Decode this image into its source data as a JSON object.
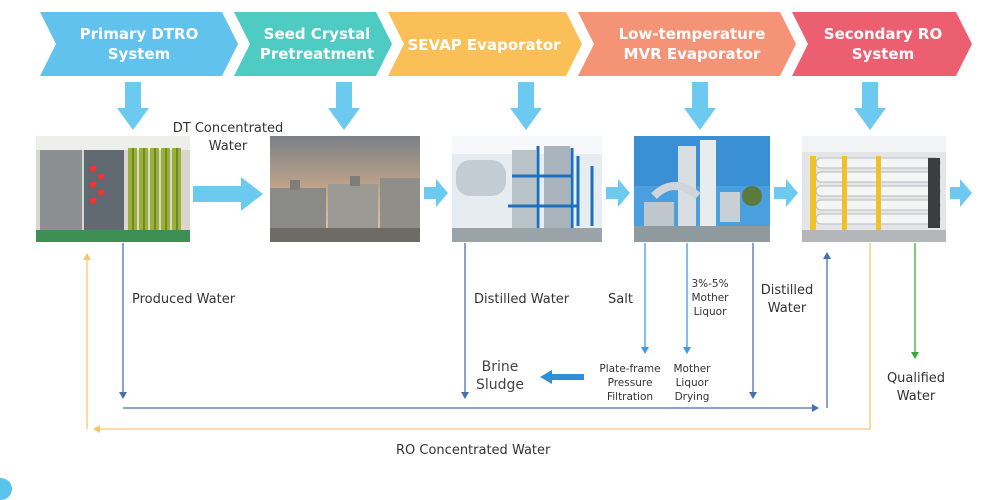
{
  "stages": [
    {
      "line1": "Primary DTRO",
      "line2": "System",
      "color": "#62c2ee"
    },
    {
      "line1": "Seed Crystal",
      "line2": "Pretreatment",
      "color": "#4ecbc3"
    },
    {
      "line1": "SEVAP Evaporator",
      "line2": "",
      "color": "#fbbf57"
    },
    {
      "line1": "Low-temperature",
      "line2": "MVR Evaporator",
      "color": "#f49376"
    },
    {
      "line1": "Secondary RO",
      "line2": "System",
      "color": "#ec5f71"
    }
  ],
  "photos": [
    {
      "name": "dtro-system-photo",
      "icon": "dtro-equipment-photo"
    },
    {
      "name": "seed-crystal-photo",
      "icon": "storage-tanks-photo"
    },
    {
      "name": "sevap-evaporator-photo",
      "icon": "evaporator-plant-photo"
    },
    {
      "name": "mvr-evaporator-photo",
      "icon": "mvr-tower-photo"
    },
    {
      "name": "secondary-ro-photo",
      "icon": "ro-membrane-rack-photo"
    }
  ],
  "labels": {
    "dt_concentrated": [
      "DT Concentrated",
      "Water"
    ],
    "produced_water": "Produced Water",
    "distilled_water_1": "Distilled Water",
    "salt": "Salt",
    "mother_liquor": [
      "3%-5%",
      "Mother",
      "Liquor"
    ],
    "distilled_water_2": [
      "Distilled",
      "Water"
    ],
    "plate_frame": [
      "Plate-frame",
      "Pressure",
      "Filtration"
    ],
    "mother_liquor_drying": [
      "Mother",
      "Liquor",
      "Drying"
    ],
    "brine_sludge": [
      "Brine",
      "Sludge"
    ],
    "qualified_water": [
      "Qualified",
      "Water"
    ],
    "ro_concentrated": "RO Concentrated Water"
  },
  "colors": {
    "flow_line": "#4a6fb0",
    "return_line": "#f8c66e",
    "qualified_line": "#3aaa3a",
    "arrow_fill": "#6ccaf1",
    "brine_arrow": "#2e8fd6",
    "thin_blue": "#3d9be9"
  }
}
